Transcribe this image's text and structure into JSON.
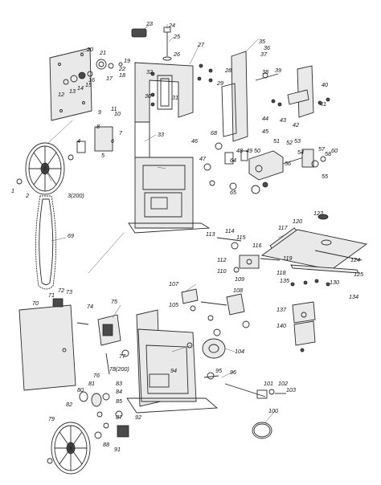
{
  "callouts": [
    "1",
    "2",
    "3(200)",
    "4",
    "5",
    "6",
    "7",
    "8",
    "9",
    "10",
    "11",
    "12",
    "13",
    "14",
    "15",
    "16",
    "17",
    "18",
    "19",
    "20",
    "21",
    "22",
    "23",
    "24",
    "25",
    "26",
    "27",
    "28",
    "29",
    "30",
    "31",
    "32",
    "33",
    "35",
    "36",
    "37",
    "38",
    "39",
    "40",
    "41",
    "42",
    "43",
    "44",
    "45",
    "46",
    "47",
    "48",
    "49",
    "50",
    "51",
    "52",
    "53",
    "54",
    "55",
    "56",
    "57",
    "58",
    "60",
    "64",
    "65",
    "68",
    "69",
    "70",
    "71",
    "72",
    "73",
    "74",
    "75",
    "76",
    "77",
    "78(200)",
    "79",
    "80",
    "81",
    "82",
    "83",
    "84",
    "85",
    "87",
    "88",
    "91",
    "92",
    "94",
    "95",
    "96",
    "100",
    "101",
    "102",
    "103",
    "104",
    "105",
    "107",
    "108",
    "109",
    "110",
    "112",
    "113",
    "114",
    "115",
    "116",
    "117",
    "118",
    "119",
    "120",
    "123",
    "124",
    "125",
    "130",
    "134",
    "135",
    "137",
    "140"
  ]
}
